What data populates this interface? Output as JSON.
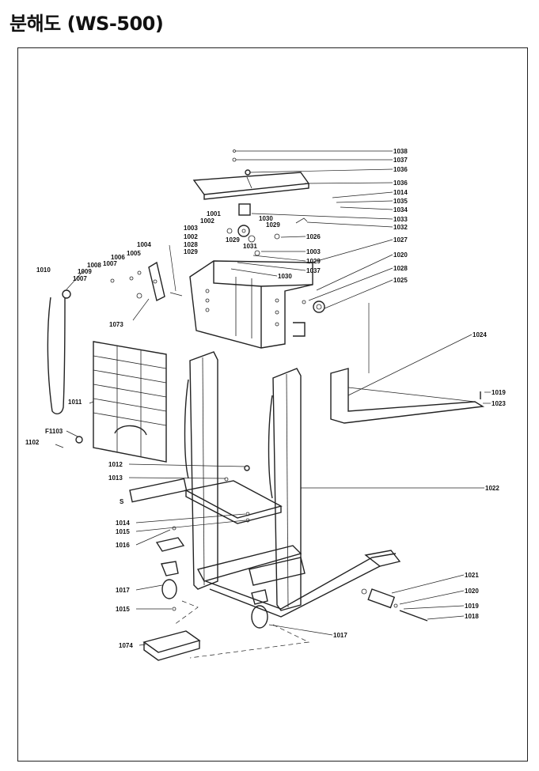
{
  "title": "분해도 (WS-500)",
  "callouts": [
    {
      "id": "c1038",
      "text": "1038"
    },
    {
      "id": "c1037",
      "text": "1037"
    },
    {
      "id": "c1036a",
      "text": "1036"
    },
    {
      "id": "c1036b",
      "text": "1036"
    },
    {
      "id": "c1014a",
      "text": "1014"
    },
    {
      "id": "c1035",
      "text": "1035"
    },
    {
      "id": "c1034",
      "text": "1034"
    },
    {
      "id": "c1033",
      "text": "1033"
    },
    {
      "id": "c1032",
      "text": "1032"
    },
    {
      "id": "c1001",
      "text": "1001"
    },
    {
      "id": "c1002a",
      "text": "1002"
    },
    {
      "id": "c1030a",
      "text": "1030"
    },
    {
      "id": "c1029a",
      "text": "1029"
    },
    {
      "id": "c1003a",
      "text": "1003"
    },
    {
      "id": "c1026",
      "text": "1026"
    },
    {
      "id": "c1002b",
      "text": "1002"
    },
    {
      "id": "c1029b",
      "text": "1029"
    },
    {
      "id": "c1027",
      "text": "1027"
    },
    {
      "id": "c1028a",
      "text": "1028"
    },
    {
      "id": "c1031",
      "text": "1031"
    },
    {
      "id": "c1003b",
      "text": "1003"
    },
    {
      "id": "c1029c",
      "text": "1029"
    },
    {
      "id": "c1029d",
      "text": "1029"
    },
    {
      "id": "c1037b",
      "text": "1037"
    },
    {
      "id": "c1030b",
      "text": "1030"
    },
    {
      "id": "c1020a",
      "text": "1020"
    },
    {
      "id": "c1028b",
      "text": "1028"
    },
    {
      "id": "c1025",
      "text": "1025"
    },
    {
      "id": "c1004",
      "text": "1004"
    },
    {
      "id": "c1005",
      "text": "1005"
    },
    {
      "id": "c1006",
      "text": "1006"
    },
    {
      "id": "c1007a",
      "text": "1007"
    },
    {
      "id": "c1008",
      "text": "1008"
    },
    {
      "id": "c1009",
      "text": "1009"
    },
    {
      "id": "c1007b",
      "text": "1007"
    },
    {
      "id": "c1010",
      "text": "1010"
    },
    {
      "id": "c1073",
      "text": "1073"
    },
    {
      "id": "c1024",
      "text": "1024"
    },
    {
      "id": "c1011",
      "text": "1011"
    },
    {
      "id": "c1019a",
      "text": "1019"
    },
    {
      "id": "c1023",
      "text": "1023"
    },
    {
      "id": "cF1103",
      "text": "F1103"
    },
    {
      "id": "c1102",
      "text": "1102"
    },
    {
      "id": "c1012",
      "text": "1012"
    },
    {
      "id": "c1013",
      "text": "1013"
    },
    {
      "id": "cS",
      "text": "S"
    },
    {
      "id": "c1022",
      "text": "1022"
    },
    {
      "id": "c1014b",
      "text": "1014"
    },
    {
      "id": "c1015a",
      "text": "1015"
    },
    {
      "id": "c1016a",
      "text": "1016"
    },
    {
      "id": "c1021",
      "text": "1021"
    },
    {
      "id": "c1017a",
      "text": "1017"
    },
    {
      "id": "c1020b",
      "text": "1020"
    },
    {
      "id": "c1015b",
      "text": "1015"
    },
    {
      "id": "c1019b",
      "text": "1019"
    },
    {
      "id": "c1018",
      "text": "1018"
    },
    {
      "id": "c1017b",
      "text": "1017"
    },
    {
      "id": "c1074",
      "text": "1074"
    }
  ]
}
